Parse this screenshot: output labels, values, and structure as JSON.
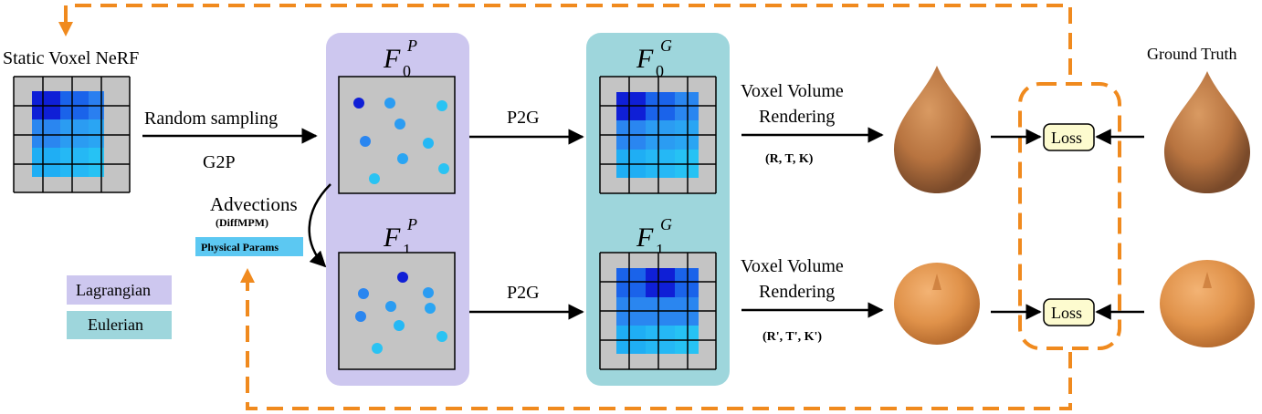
{
  "labels": {
    "static_nerf": "Static Voxel NeRF",
    "random_sampling": "Random sampling",
    "g2p": "G2P",
    "advections": "Advections",
    "diffmpm": "(DiffMPM)",
    "physical_params": "Physical Params",
    "legend_lagrangian": "Lagrangian",
    "legend_eulerian": "Eulerian",
    "p2g_top": "P2G",
    "p2g_bottom": "P2G",
    "render_top_line1": "Voxel Volume",
    "render_top_line2": "Rendering",
    "render_top_params": "(R, T, K)",
    "render_bottom_line1": "Voxel Volume",
    "render_bottom_line2": "Rendering",
    "render_bottom_params": "(R', T', K')",
    "ground_truth": "Ground Truth",
    "loss_top": "Loss",
    "loss_bottom": "Loss"
  },
  "math": {
    "fp0": {
      "base": "F",
      "sup": "P",
      "sub": "0"
    },
    "fp1": {
      "base": "F",
      "sup": "P",
      "sub": "1"
    },
    "fg0": {
      "base": "F",
      "sup": "G",
      "sub": "0"
    },
    "fg1": {
      "base": "F",
      "sup": "G",
      "sub": "1"
    }
  },
  "colors": {
    "lagrangian_bg": "#cdc7ef",
    "eulerian_bg": "#9ed6dc",
    "grid_bg": "#c4c4c4",
    "arrow_orange": "#f08a1e",
    "loss_bg": "#fdfbcf",
    "physical_params_bg": "#5cc8f2",
    "render_brown": "#c07a44",
    "render_orange": "#e3974f"
  }
}
